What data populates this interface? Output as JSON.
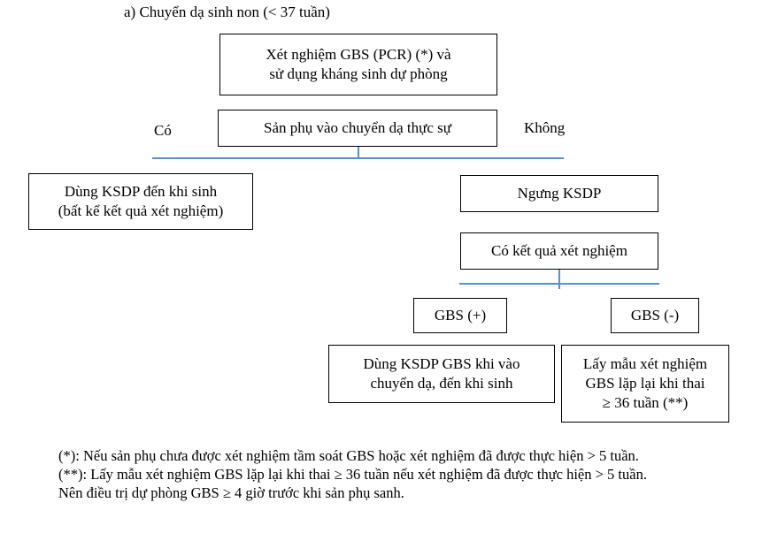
{
  "document": {
    "heading": "a) Chuyển dạ sinh non (< 37 tuần)"
  },
  "colors": {
    "connector": "#5b8fc9",
    "box_border": "#000000",
    "text": "#000000",
    "background": "#ffffff"
  },
  "flowchart": {
    "type": "decision-tree",
    "nodes": {
      "test_and_prophylaxis": "Xét nghiệm GBS (PCR) (*) và\nsử dụng kháng sinh dự phòng",
      "true_labor": "Sản phụ vào chuyển dạ thực sự",
      "continue_ksdp": "Dùng KSDP đến khi sinh\n(bất kể kết quả xét nghiệm)",
      "stop_ksdp": "Ngưng KSDP",
      "has_result": "Có kết quả xét nghiệm",
      "gbs_positive": "GBS (+)",
      "gbs_negative": "GBS (-)",
      "ksdp_on_labor": "Dùng KSDP GBS khi vào\nchuyển dạ, đến khi sinh",
      "retest_36w": "Lấy mẫu xét nghiệm\nGBS lặp lại khi thai\n≥ 36 tuần (**)"
    },
    "branch_labels": {
      "yes": "Có",
      "no": "Không"
    }
  },
  "footnotes": {
    "note_1": "(*): Nếu sản phụ chưa được xét nghiệm tầm soát GBS hoặc xét nghiệm đã được thực hiện > 5 tuần.",
    "note_2": "(**): Lấy mẫu xét nghiệm GBS lặp lại khi thai ≥ 36 tuần nếu xét nghiệm đã được thực hiện > 5 tuần.",
    "note_3": "Nên điều trị dự phòng GBS ≥ 4 giờ trước khi sản phụ sanh."
  }
}
